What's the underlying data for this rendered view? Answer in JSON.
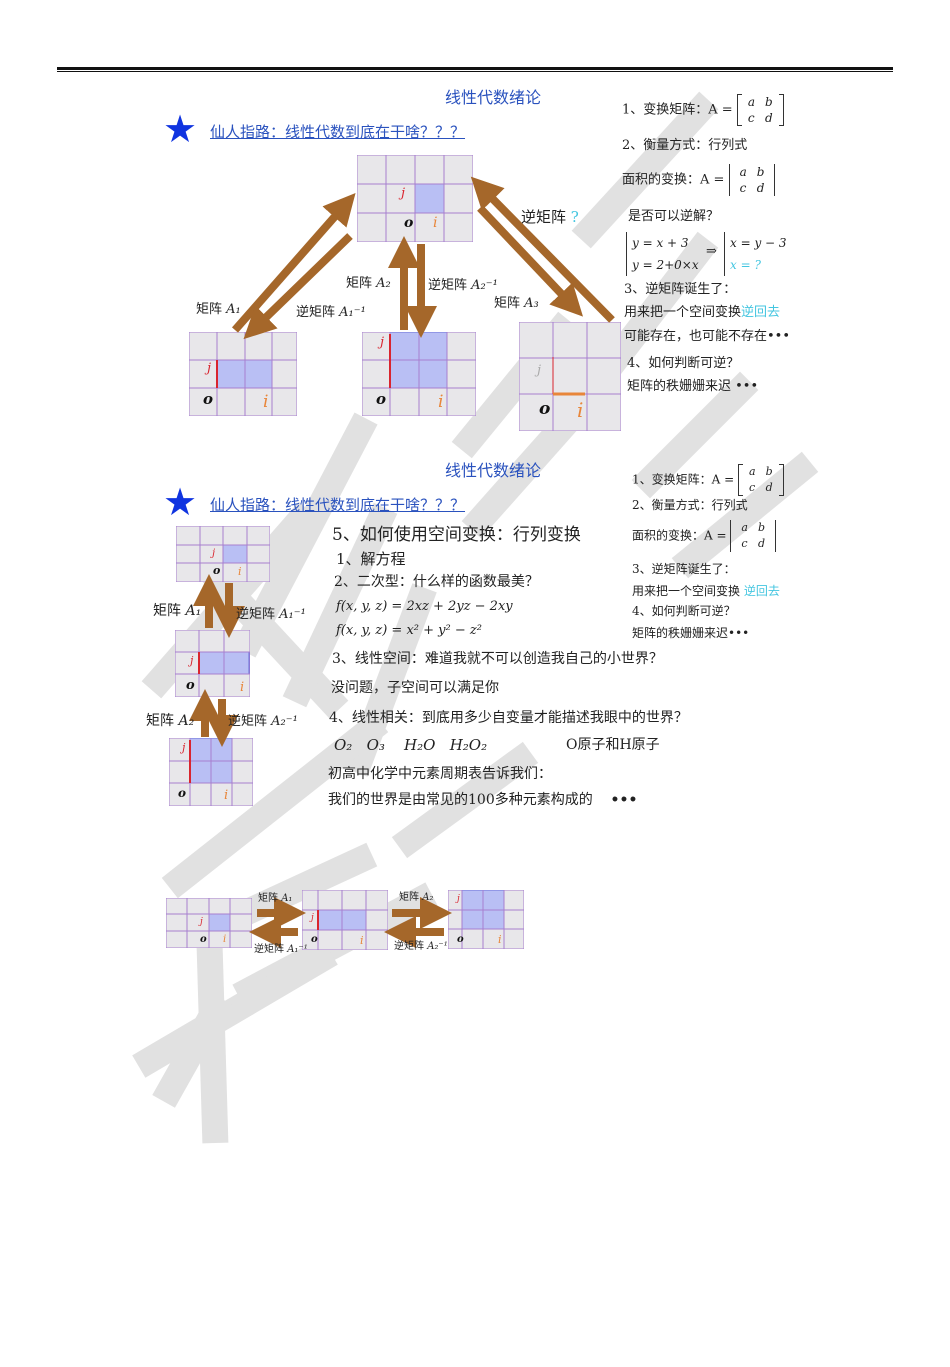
{
  "slide1": {
    "title": "线性代数绪论",
    "subtitle": "仙人指路：线性代数到底在干啥？？？",
    "labels": {
      "a1": "矩阵",
      "a1_sym": "A₁",
      "a1_inv": "逆矩阵",
      "a1_inv_sym": "A₁⁻¹",
      "a2": "矩阵",
      "a2_sym": "A₂",
      "a2_inv": "逆矩阵",
      "a2_inv_sym": "A₂⁻¹",
      "a3": "矩阵",
      "a3_sym": "A₃",
      "a3_inv": "逆矩阵",
      "a3_inv_q": "?"
    },
    "notes": {
      "n1": "1、变换矩阵：A =",
      "n2": "2、衡量方式：行列式",
      "n2b": "面积的变换：A =",
      "n2c": "是否可以逆解？",
      "eq1a": "y = x + 3",
      "eq1b": "y = 2+0×x",
      "arrow": "⇒",
      "eq2a": "x = y − 3",
      "eq2b": "x = ?",
      "n3": "3、逆矩阵诞生了：",
      "n3b_pre": "用来把一个空间变换",
      "n3b_hl": "逆回去",
      "n3c": "可能存在，也可能不存在•••",
      "n4": "4、如何判断可逆？",
      "n4b": "矩阵的秩姗姗来迟 •••"
    },
    "matrix": {
      "a": "a",
      "b": "b",
      "c": "c",
      "d": "d"
    }
  },
  "slide2": {
    "title": "线性代数绪论",
    "subtitle": "仙人指路：线性代数到底在干啥？？？",
    "labels": {
      "a1": "矩阵",
      "a1_sym": "A₁",
      "a1_inv": "逆矩阵",
      "a1_inv_sym": "A₁⁻¹",
      "a2": "矩阵",
      "a2_sym": "A₂",
      "a2_inv": "逆矩阵",
      "a2_inv_sym": "A₂⁻¹"
    },
    "main": {
      "h5": "5、如何使用空间变换：行列变换",
      "i1": "1、解方程",
      "i2": "2、二次型：什么样的函数最美？",
      "f1": "f(x, y, z) = 2xz + 2yz − 2xy",
      "f2": "f(x, y, z) = x² + y² − z²",
      "i3": "3、线性空间：难道我就不可以创造我自己的小世界？",
      "i3b": "没问题，子空间可以满足你",
      "i4": "4、线性相关：到底用多少自变量才能描述我眼中的世界？",
      "chem": "O₂   O₃    H₂O   H₂O₂",
      "atoms": "O原子和H原子",
      "p1": "初高中化学中元素周期表告诉我们：",
      "p2": "我们的世界是由常见的100多种元素构成的",
      "p2_dots": "•••"
    },
    "notes": {
      "n1": "1、变换矩阵：A =",
      "n2": "2、衡量方式：行列式",
      "n2b": "面积的变换：A =",
      "n3": "3、逆矩阵诞生了：",
      "n3b_pre": "用来把一个空间变换 ",
      "n3b_hl": "逆回去",
      "n4": "4、如何判断可逆？",
      "n4b": "矩阵的秩姗姗来迟•••"
    },
    "matrix": {
      "a": "a",
      "b": "b",
      "c": "c",
      "d": "d"
    }
  },
  "strip": {
    "a1": "矩阵",
    "a1_sym": "A₁",
    "a1_inv": "逆矩阵",
    "a1_inv_sym": "A₁⁻¹",
    "a2": "矩阵",
    "a2_sym": "A₂",
    "a2_inv": "逆矩阵",
    "a2_inv_sym": "A₂⁻¹"
  },
  "grid_labels": {
    "o": "o",
    "i": "i",
    "j": "j"
  },
  "watermark": {
    "text": "大学倍楽君"
  },
  "colors": {
    "title_blue": "#2a52be",
    "star_blue": "#1034e0",
    "arrow_brown": "#a5672a",
    "grid_line": "#a77fcf",
    "fill_blue": "#b9bff4",
    "highlight_cyan": "#44c6e0",
    "vec_j": "#d9252f",
    "vec_i": "#e8863a"
  }
}
